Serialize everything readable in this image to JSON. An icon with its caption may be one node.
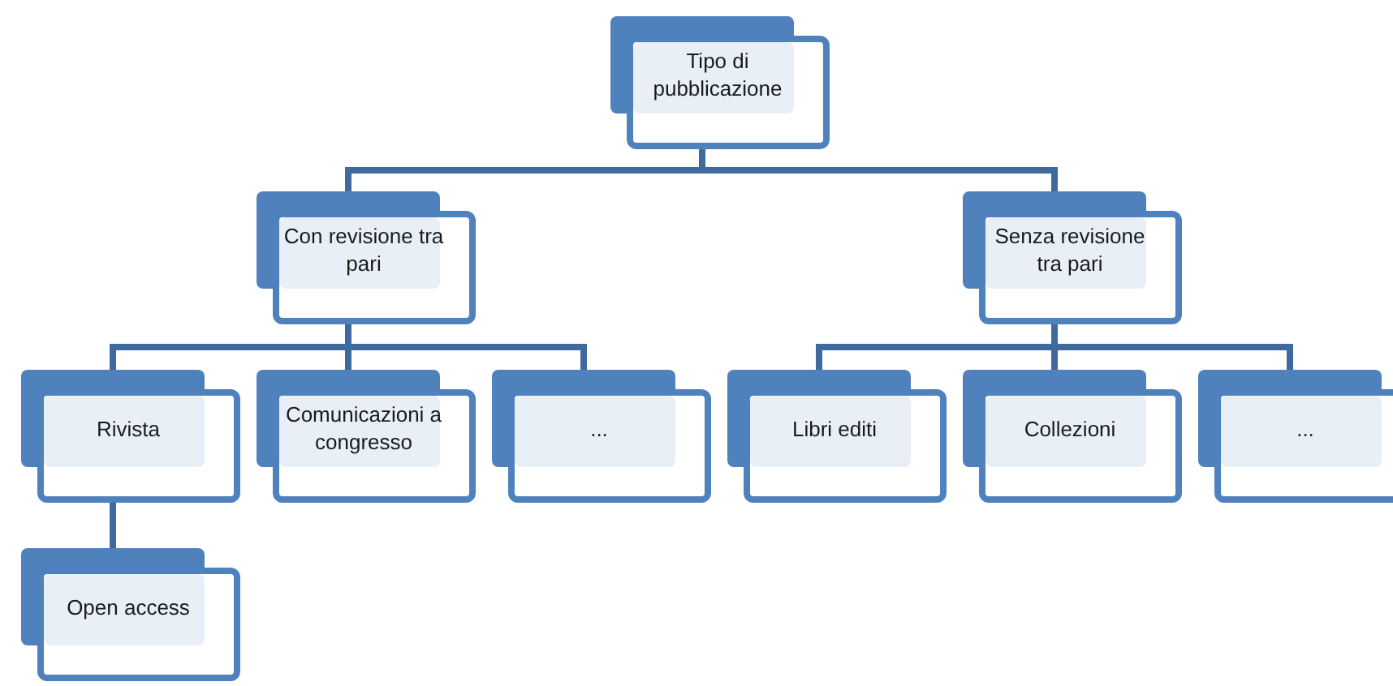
{
  "diagram": {
    "nodes": [
      {
        "text": [
          "Tipo di pubblicazione"
        ]
      },
      {
        "text": [
          "Con revisione tra pari"
        ]
      },
      {
        "text": [
          "Senza revisione tra pari"
        ]
      },
      {
        "text": [
          "Rivista"
        ]
      },
      {
        "text": [
          "Comunicazioni a congresso"
        ]
      },
      {
        "text": [
          "..."
        ]
      },
      {
        "text": [
          "Libri editi"
        ]
      },
      {
        "text": [
          "Collezioni"
        ]
      },
      {
        "text": [
          "..."
        ]
      },
      {
        "text": [
          "Open access"
        ]
      }
    ],
    "edges": [
      {
        "from": 0,
        "to": 1,
        "arrow": "none"
      },
      {
        "from": 0,
        "to": 2,
        "arrow": "none"
      },
      {
        "from": 1,
        "to": 3,
        "arrow": "none"
      },
      {
        "from": 1,
        "to": 4,
        "arrow": "none"
      },
      {
        "from": 1,
        "to": 5,
        "arrow": "none"
      },
      {
        "from": 2,
        "to": 6,
        "arrow": "none"
      },
      {
        "from": 2,
        "to": 7,
        "arrow": "none"
      },
      {
        "from": 2,
        "to": 8,
        "arrow": "none"
      },
      {
        "from": 3,
        "to": 9,
        "arrow": "none"
      }
    ]
  }
}
